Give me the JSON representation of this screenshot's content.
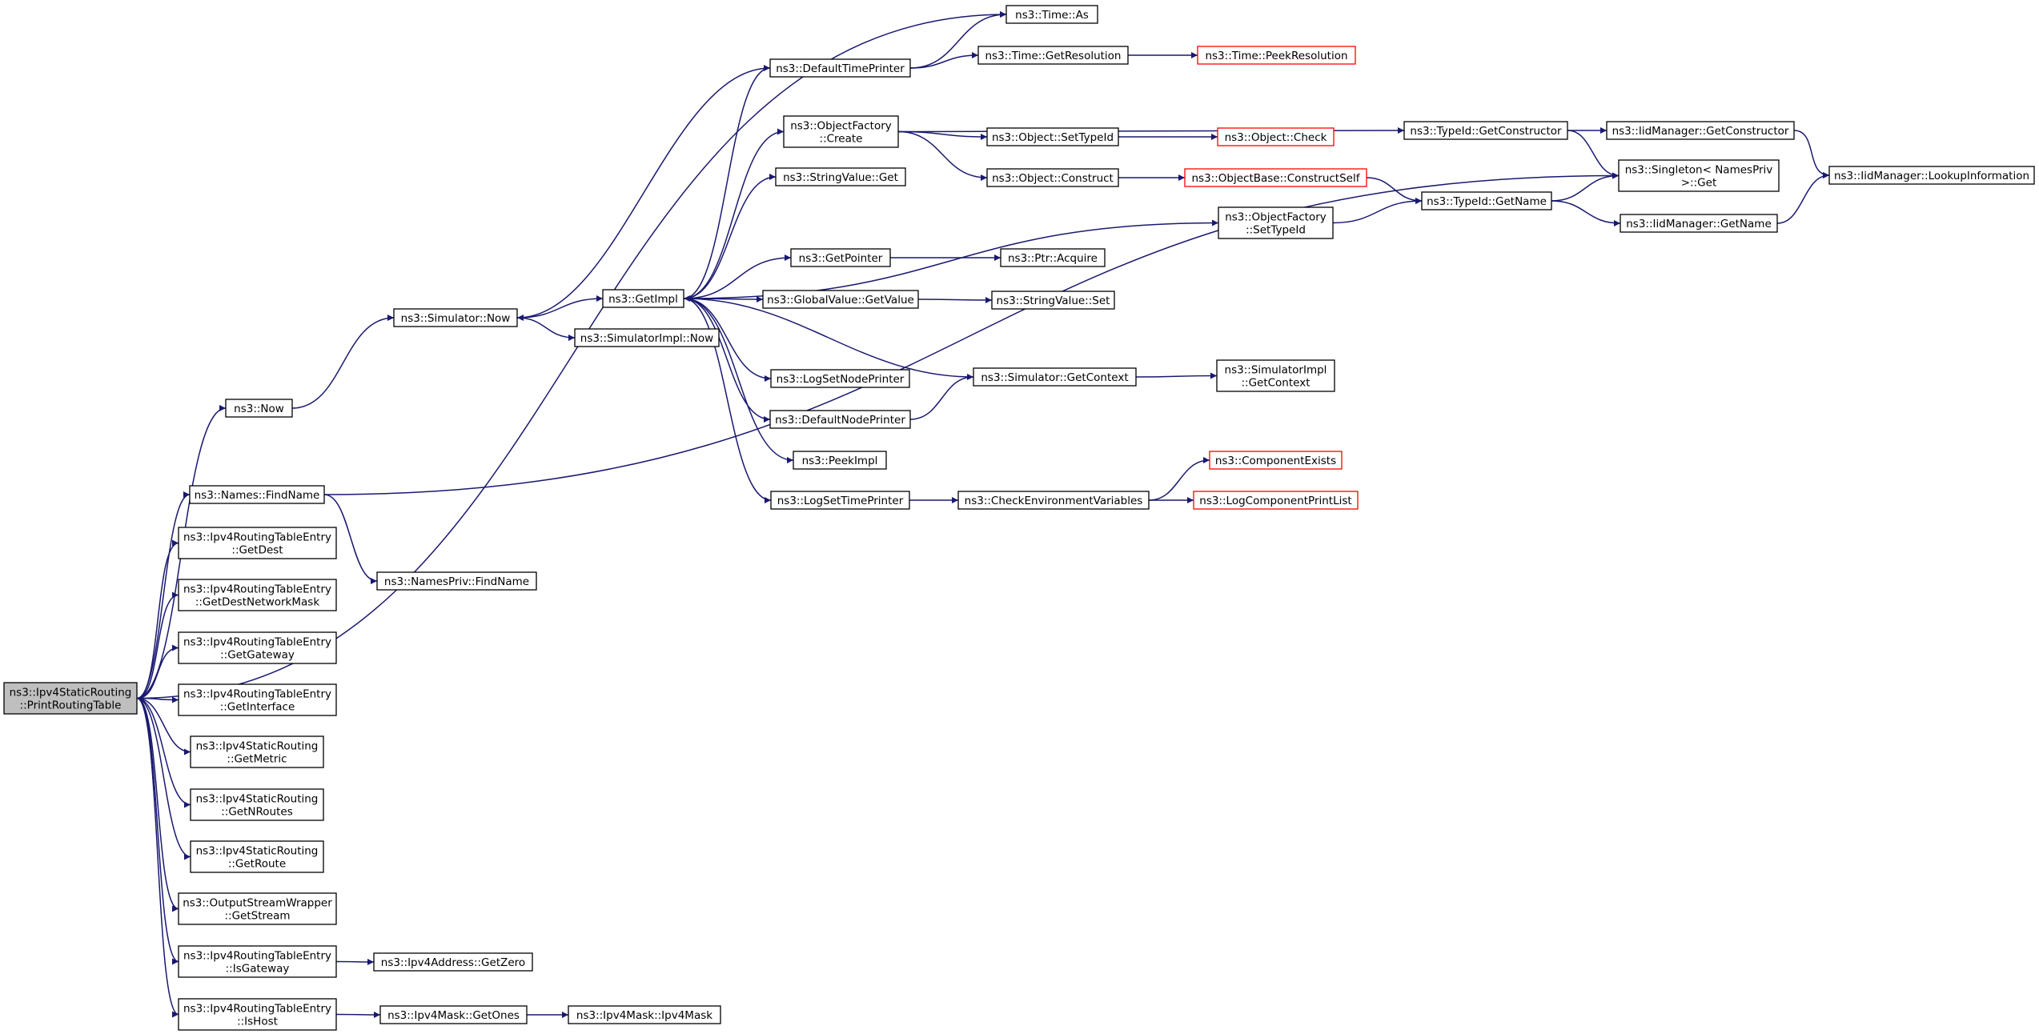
{
  "title": "",
  "colors": {
    "edge": "#191970",
    "node_border": "#000000",
    "node_fill": "#ffffff",
    "root_fill": "#bfbfbf",
    "truncated_border": "#ff0000"
  },
  "nodes": [
    {
      "id": "root",
      "lines": [
        "ns3::Ipv4StaticRouting",
        "::PrintRoutingTable"
      ],
      "style": "root"
    },
    {
      "id": "time_as",
      "lines": [
        "ns3::Time::As"
      ]
    },
    {
      "id": "default_time_printer",
      "lines": [
        "ns3::DefaultTimePrinter"
      ]
    },
    {
      "id": "time_get_resolution",
      "lines": [
        "ns3::Time::GetResolution"
      ]
    },
    {
      "id": "time_peek_resolution",
      "lines": [
        "ns3::Time::PeekResolution"
      ],
      "style": "truncated"
    },
    {
      "id": "object_factory_create",
      "lines": [
        "ns3::ObjectFactory",
        "::Create"
      ]
    },
    {
      "id": "object_set_type_id",
      "lines": [
        "ns3::Object::SetTypeId"
      ]
    },
    {
      "id": "object_check",
      "lines": [
        "ns3::Object::Check"
      ],
      "style": "truncated"
    },
    {
      "id": "typeid_get_constructor",
      "lines": [
        "ns3::TypeId::GetConstructor"
      ]
    },
    {
      "id": "iidmanager_get_constructor",
      "lines": [
        "ns3::IidManager::GetConstructor"
      ]
    },
    {
      "id": "iidmanager_lookup",
      "lines": [
        "ns3::IidManager::LookupInformation"
      ]
    },
    {
      "id": "singleton_get",
      "lines": [
        "ns3::Singleton< NamesPriv",
        " >::Get"
      ]
    },
    {
      "id": "string_value_get",
      "lines": [
        "ns3::StringValue::Get"
      ]
    },
    {
      "id": "object_construct",
      "lines": [
        "ns3::Object::Construct"
      ]
    },
    {
      "id": "objectbase_construct_self",
      "lines": [
        "ns3::ObjectBase::ConstructSelf"
      ],
      "style": "truncated"
    },
    {
      "id": "typeid_get_name",
      "lines": [
        "ns3::TypeId::GetName"
      ]
    },
    {
      "id": "iidmanager_get_name",
      "lines": [
        "ns3::IidManager::GetName"
      ]
    },
    {
      "id": "object_factory_set_type_id",
      "lines": [
        "ns3::ObjectFactory",
        "::SetTypeId"
      ]
    },
    {
      "id": "get_pointer",
      "lines": [
        "ns3::GetPointer"
      ]
    },
    {
      "id": "ptr_acquire",
      "lines": [
        "ns3::Ptr::Acquire"
      ]
    },
    {
      "id": "get_impl",
      "lines": [
        "ns3::GetImpl"
      ]
    },
    {
      "id": "global_value_get_value",
      "lines": [
        "ns3::GlobalValue::GetValue"
      ]
    },
    {
      "id": "string_value_set",
      "lines": [
        "ns3::StringValue::Set"
      ]
    },
    {
      "id": "simulator_now",
      "lines": [
        "ns3::Simulator::Now"
      ]
    },
    {
      "id": "simulator_impl_now",
      "lines": [
        "ns3::SimulatorImpl::Now"
      ]
    },
    {
      "id": "log_set_node_printer",
      "lines": [
        "ns3::LogSetNodePrinter"
      ]
    },
    {
      "id": "simulator_get_context",
      "lines": [
        "ns3::Simulator::GetContext"
      ]
    },
    {
      "id": "simulator_impl_get_context",
      "lines": [
        "ns3::SimulatorImpl",
        "::GetContext"
      ]
    },
    {
      "id": "now",
      "lines": [
        "ns3::Now"
      ]
    },
    {
      "id": "default_node_printer",
      "lines": [
        "ns3::DefaultNodePrinter"
      ]
    },
    {
      "id": "peek_impl",
      "lines": [
        "ns3::PeekImpl"
      ]
    },
    {
      "id": "component_exists",
      "lines": [
        "ns3::ComponentExists"
      ],
      "style": "truncated"
    },
    {
      "id": "names_find_name",
      "lines": [
        "ns3::Names::FindName"
      ]
    },
    {
      "id": "log_set_time_printer",
      "lines": [
        "ns3::LogSetTimePrinter"
      ]
    },
    {
      "id": "check_environment_variables",
      "lines": [
        "ns3::CheckEnvironmentVariables"
      ]
    },
    {
      "id": "log_component_print_list",
      "lines": [
        "ns3::LogComponentPrintList"
      ],
      "style": "truncated"
    },
    {
      "id": "entry_get_dest",
      "lines": [
        "ns3::Ipv4RoutingTableEntry",
        "::GetDest"
      ]
    },
    {
      "id": "names_priv_find_name",
      "lines": [
        "ns3::NamesPriv::FindName"
      ]
    },
    {
      "id": "entry_get_dest_network_mask",
      "lines": [
        "ns3::Ipv4RoutingTableEntry",
        "::GetDestNetworkMask"
      ]
    },
    {
      "id": "entry_get_gateway",
      "lines": [
        "ns3::Ipv4RoutingTableEntry",
        "::GetGateway"
      ]
    },
    {
      "id": "entry_get_interface",
      "lines": [
        "ns3::Ipv4RoutingTableEntry",
        "::GetInterface"
      ]
    },
    {
      "id": "static_get_metric",
      "lines": [
        "ns3::Ipv4StaticRouting",
        "::GetMetric"
      ]
    },
    {
      "id": "static_get_n_routes",
      "lines": [
        "ns3::Ipv4StaticRouting",
        "::GetNRoutes"
      ]
    },
    {
      "id": "static_get_route",
      "lines": [
        "ns3::Ipv4StaticRouting",
        "::GetRoute"
      ]
    },
    {
      "id": "output_stream_get_stream",
      "lines": [
        "ns3::OutputStreamWrapper",
        "::GetStream"
      ]
    },
    {
      "id": "entry_is_gateway",
      "lines": [
        "ns3::Ipv4RoutingTableEntry",
        "::IsGateway"
      ]
    },
    {
      "id": "ipv4address_get_zero",
      "lines": [
        "ns3::Ipv4Address::GetZero"
      ]
    },
    {
      "id": "entry_is_host",
      "lines": [
        "ns3::Ipv4RoutingTableEntry",
        "::IsHost"
      ]
    },
    {
      "id": "ipv4mask_get_ones",
      "lines": [
        "ns3::Ipv4Mask::GetOnes"
      ]
    },
    {
      "id": "ipv4mask_ipv4mask",
      "lines": [
        "ns3::Ipv4Mask::Ipv4Mask"
      ]
    }
  ],
  "edges": [
    [
      "root",
      "time_as"
    ],
    [
      "root",
      "now"
    ],
    [
      "root",
      "names_find_name"
    ],
    [
      "root",
      "entry_get_dest"
    ],
    [
      "root",
      "entry_get_dest_network_mask"
    ],
    [
      "root",
      "entry_get_gateway"
    ],
    [
      "root",
      "entry_get_interface"
    ],
    [
      "root",
      "static_get_metric"
    ],
    [
      "root",
      "static_get_n_routes"
    ],
    [
      "root",
      "static_get_route"
    ],
    [
      "root",
      "output_stream_get_stream"
    ],
    [
      "root",
      "entry_is_gateway"
    ],
    [
      "root",
      "entry_is_host"
    ],
    [
      "now",
      "simulator_now"
    ],
    [
      "simulator_now",
      "get_impl"
    ],
    [
      "simulator_now",
      "simulator_impl_now"
    ],
    [
      "get_impl",
      "default_time_printer"
    ],
    [
      "get_impl",
      "object_factory_create"
    ],
    [
      "get_impl",
      "string_value_get"
    ],
    [
      "get_impl",
      "object_factory_set_type_id"
    ],
    [
      "get_impl",
      "get_pointer"
    ],
    [
      "get_impl",
      "global_value_get_value"
    ],
    [
      "get_impl",
      "log_set_node_printer"
    ],
    [
      "get_impl",
      "default_node_printer"
    ],
    [
      "get_impl",
      "peek_impl"
    ],
    [
      "get_impl",
      "log_set_time_printer"
    ],
    [
      "default_time_printer",
      "time_as"
    ],
    [
      "default_time_printer",
      "time_get_resolution"
    ],
    [
      "default_time_printer",
      "simulator_now"
    ],
    [
      "time_get_resolution",
      "time_peek_resolution"
    ],
    [
      "object_factory_create",
      "typeid_get_constructor"
    ],
    [
      "object_factory_create",
      "object_set_type_id"
    ],
    [
      "object_factory_create",
      "object_construct"
    ],
    [
      "object_set_type_id",
      "object_check"
    ],
    [
      "object_construct",
      "objectbase_construct_self"
    ],
    [
      "objectbase_construct_self",
      "typeid_get_name"
    ],
    [
      "typeid_get_constructor",
      "iidmanager_get_constructor"
    ],
    [
      "typeid_get_constructor",
      "singleton_get"
    ],
    [
      "iidmanager_get_constructor",
      "iidmanager_lookup"
    ],
    [
      "typeid_get_name",
      "singleton_get"
    ],
    [
      "typeid_get_name",
      "iidmanager_get_name"
    ],
    [
      "iidmanager_get_name",
      "iidmanager_lookup"
    ],
    [
      "object_factory_set_type_id",
      "typeid_get_name"
    ],
    [
      "get_pointer",
      "ptr_acquire"
    ],
    [
      "global_value_get_value",
      "string_value_set"
    ],
    [
      "simulator_get_context",
      "get_impl"
    ],
    [
      "simulator_get_context",
      "simulator_impl_get_context"
    ],
    [
      "default_node_printer",
      "simulator_get_context"
    ],
    [
      "log_set_time_printer",
      "check_environment_variables"
    ],
    [
      "check_environment_variables",
      "component_exists"
    ],
    [
      "check_environment_variables",
      "log_component_print_list"
    ],
    [
      "names_find_name",
      "names_priv_find_name"
    ],
    [
      "names_find_name",
      "singleton_get"
    ],
    [
      "entry_is_gateway",
      "ipv4address_get_zero"
    ],
    [
      "entry_is_host",
      "ipv4mask_get_ones"
    ],
    [
      "ipv4mask_get_ones",
      "ipv4mask_ipv4mask"
    ]
  ]
}
